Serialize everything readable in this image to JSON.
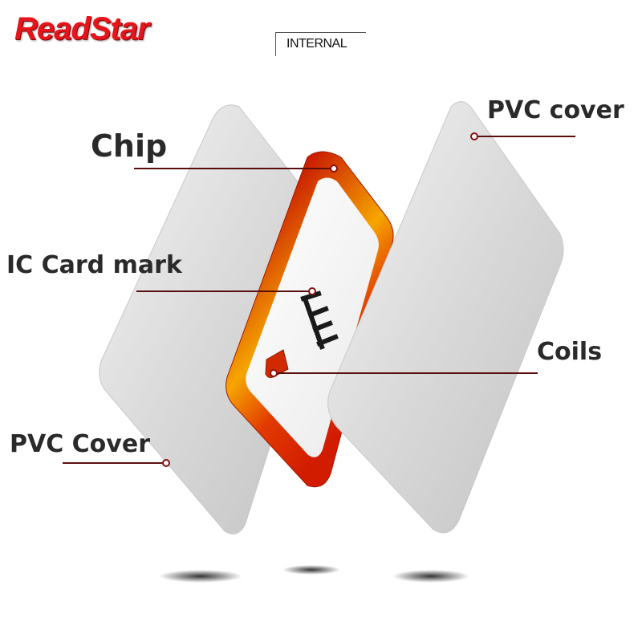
{
  "brand": {
    "logo_text": "ReadStar",
    "tag_text": "INTERNAL"
  },
  "labels": {
    "chip": "Chip",
    "ic_card_mark": "IC Card mark",
    "pvc_cover_left": "PVC Cover",
    "pvc_cover_right": "PVC cover",
    "coils": "Coils"
  },
  "colors": {
    "brand_red": "#e8141b",
    "leader_line": "#5a0d0d",
    "coil_orange": "#f39a00",
    "coil_red": "#d42a00",
    "card_grey": "#cfcfcf"
  },
  "icons": {
    "ic_mark": "ic-card-logo-icon",
    "chip": "chip-pad-icon"
  }
}
